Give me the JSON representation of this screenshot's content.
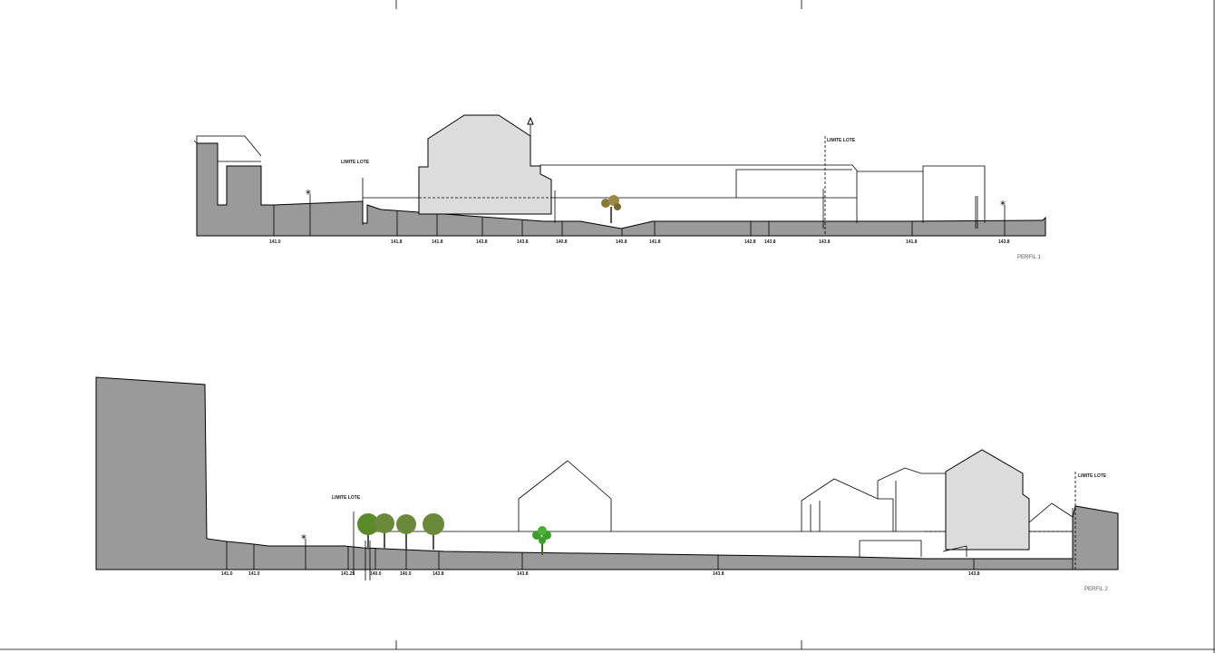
{
  "profiles": [
    {
      "title": "PERFIL 1",
      "limit_label": "LIMITE LOTE",
      "ground_labels": [
        "141.0",
        "141.8",
        "141.8",
        "143.8",
        "143.8",
        "140.8",
        "140.8",
        "141.8",
        "142.8",
        "143.8",
        "143.8",
        "141.8",
        "143.8"
      ]
    },
    {
      "title": "PERFIL 2",
      "limit_label": "LIMITE LOTE",
      "ground_labels": [
        "141.0",
        "141.0",
        "141.25",
        "140.0",
        "140.0",
        "143.8",
        "143.8",
        "143.8",
        "143.8"
      ]
    }
  ],
  "colors": {
    "ground": "#9a9a9a",
    "building_light": "#dcdcdc",
    "tree_green": "#5a9a2a",
    "tree_brown": "#8a7a3a",
    "palm_green": "#3aa02a"
  }
}
